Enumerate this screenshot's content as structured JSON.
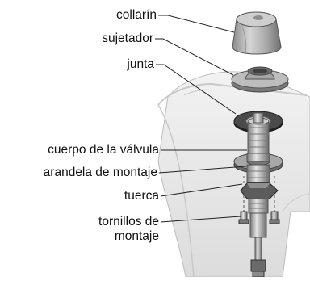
{
  "labels": {
    "collar": "collarín",
    "fastener": "sujetador",
    "gasket": "junta",
    "valve_body": "cuerpo de la válvula",
    "mount_washer": "arandela de montaje",
    "nut": "tuerca",
    "screws_line1": "tornillos de",
    "screws_line2": "montaje"
  }
}
